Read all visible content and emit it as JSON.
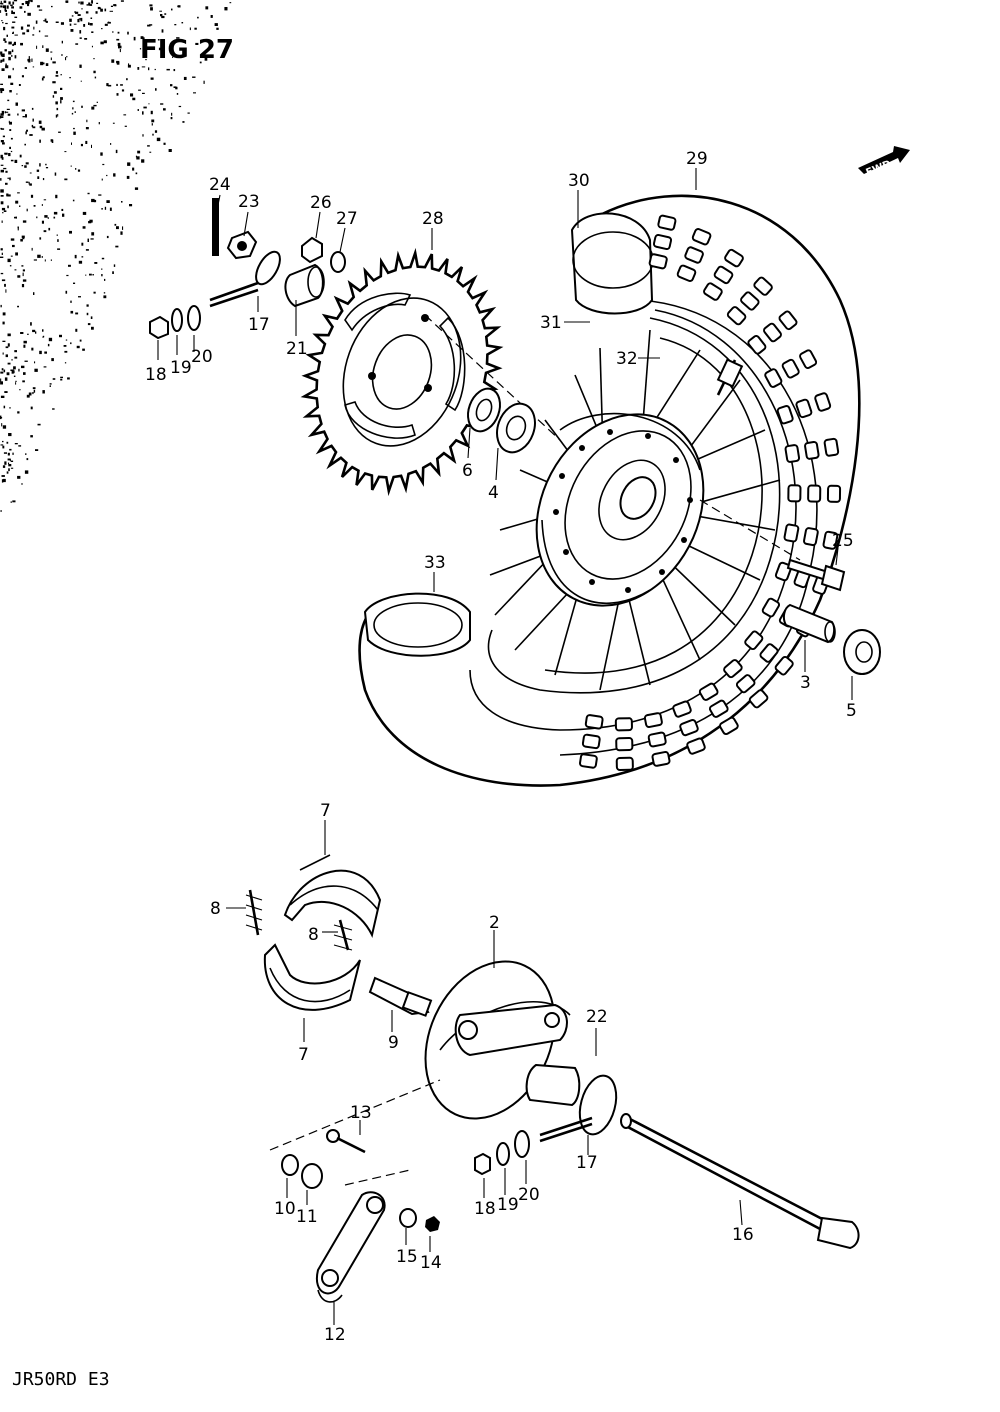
{
  "figure_label": "FIG 27",
  "direction_arrow": {
    "text": "FWD",
    "icon": "forward-arrow-icon"
  },
  "footer_code": "JR50RD  E3",
  "part_numbers": {
    "p2": "2",
    "p3": "3",
    "p4": "4",
    "p5": "5",
    "p6": "6",
    "p7a": "7",
    "p7b": "7",
    "p8a": "8",
    "p8b": "8",
    "p9": "9",
    "p10": "10",
    "p11": "11",
    "p12": "12",
    "p13": "13",
    "p14": "14",
    "p15": "15",
    "p16": "16",
    "p17a": "17",
    "p17b": "17",
    "p18a": "18",
    "p18b": "18",
    "p19a": "19",
    "p19b": "19",
    "p20a": "20",
    "p20b": "20",
    "p21": "21",
    "p22": "22",
    "p23": "23",
    "p24": "24",
    "p25": "25",
    "p26": "26",
    "p27": "27",
    "p28": "28",
    "p29": "29",
    "p30": "30",
    "p31": "31",
    "p32": "32",
    "p33": "33"
  },
  "colors": {
    "ink": "#000000",
    "paper": "#ffffff"
  }
}
